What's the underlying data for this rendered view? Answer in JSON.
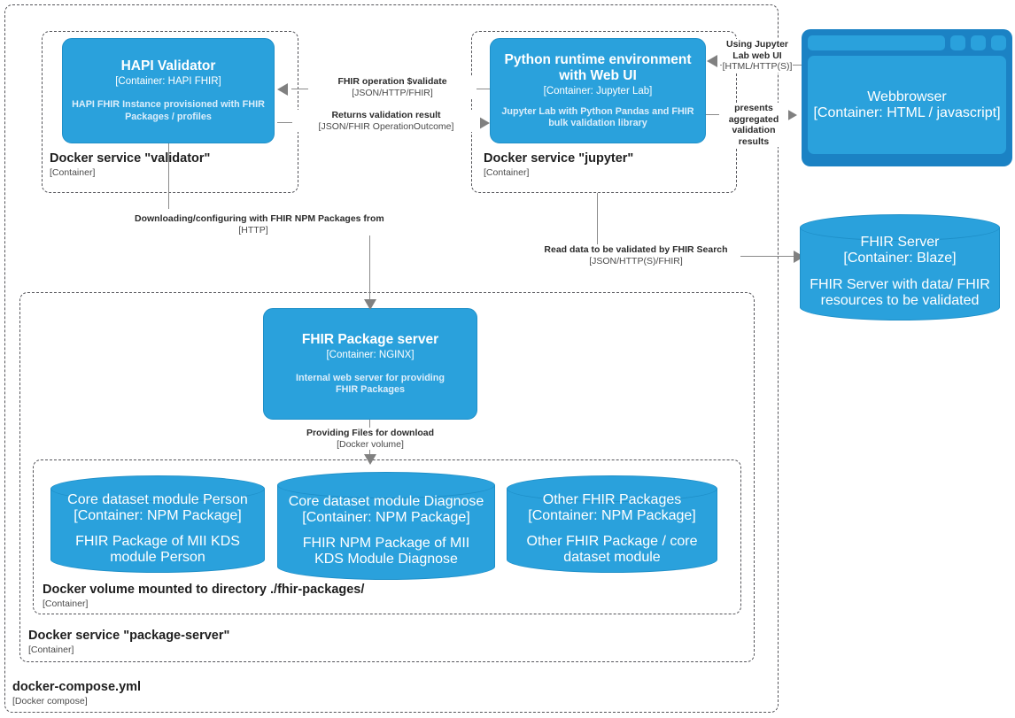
{
  "diagram": {
    "title": "docker-compose.yml",
    "kind": "c4-container-diagram"
  },
  "boundaries": [
    {
      "id": "docker-compose",
      "label": "docker-compose.yml",
      "sublabel": "[Docker compose]"
    },
    {
      "id": "validator-service",
      "label": "Docker service \"validator\"",
      "sublabel": "[Container]"
    },
    {
      "id": "jupyter-service",
      "label": "Docker service \"jupyter\"",
      "sublabel": "[Container]"
    },
    {
      "id": "package-server-service",
      "label": "Docker service \"package-server\"",
      "sublabel": "[Container]"
    },
    {
      "id": "docker-volume",
      "label": "Docker volume mounted to directory ./fhir-packages/",
      "sublabel": "[Container]"
    }
  ],
  "containers": {
    "hapi_validator": {
      "title": "HAPI Validator",
      "tech": "[Container: HAPI FHIR]",
      "description": "HAPI FHIR Instance provisioned with FHIR Packages / profiles"
    },
    "jupyter": {
      "title": "Python runtime environment with Web UI",
      "tech": "[Container: Jupyter Lab]",
      "description": "Jupyter Lab with Python Pandas and FHIR bulk validation library"
    },
    "webbrowser": {
      "title": "Webbrowser",
      "tech": "[Container: HTML / javascript]",
      "description": ""
    },
    "fhir_server": {
      "title": "FHIR Server",
      "tech": "[Container: Blaze]",
      "description": "FHIR Server with data/ FHIR resources to be validated"
    },
    "package_server": {
      "title": "FHIR Package server",
      "tech": "[Container: NGINX]",
      "description": "Internal web server for providing FHIR Packages"
    },
    "pkg_person": {
      "title": "Core dataset module Person",
      "tech": "[Container: NPM Package]",
      "description": "FHIR Package of MII KDS module Person"
    },
    "pkg_diagnose": {
      "title": "Core dataset module Diagnose",
      "tech": "[Container: NPM Package]",
      "description": "FHIR NPM Package of MII KDS Module Diagnose"
    },
    "pkg_other": {
      "title": "Other FHIR Packages",
      "tech": "[Container: NPM Package]",
      "description": "Other FHIR Package / core dataset module"
    }
  },
  "relationships": [
    {
      "id": "validate-call",
      "from": "jupyter",
      "to": "hapi_validator",
      "text": "FHIR operation $validate",
      "tech": "[JSON/HTTP/FHIR]"
    },
    {
      "id": "validation-result",
      "from": "hapi_validator",
      "to": "jupyter",
      "text": "Returns validation result",
      "tech": "[JSON/FHIR OperationOutcome]"
    },
    {
      "id": "browser-uses-jupyter",
      "from": "webbrowser",
      "to": "jupyter",
      "text": "Using Jupyter Lab web UI",
      "tech": "[HTML/HTTP(S)]"
    },
    {
      "id": "jupyter-presents-results",
      "from": "jupyter",
      "to": "webbrowser",
      "text": "presents aggregated validation results",
      "tech": ""
    },
    {
      "id": "read-data",
      "from": "jupyter",
      "to": "fhir_server",
      "text": "Read data to be validated by FHIR Search",
      "tech": "[JSON/HTTP(S)/FHIR]"
    },
    {
      "id": "download-packages",
      "from": "hapi_validator",
      "to": "package_server",
      "text": "Downloading/configuring with FHIR NPM Packages from",
      "tech": "[HTTP]"
    },
    {
      "id": "providing-files",
      "from": "package_server",
      "to": "docker-volume",
      "text": "Providing Files for download",
      "tech": "[Docker volume]"
    }
  ],
  "colors": {
    "container_fill": "#2aa1dc",
    "container_stroke": "#1e8fc8",
    "browser_frame": "#1b82c4",
    "boundary_stroke": "#55555a",
    "connector": "#8a8a8a",
    "label_text": "#2c2c2c",
    "description_text": "#dceefb"
  }
}
